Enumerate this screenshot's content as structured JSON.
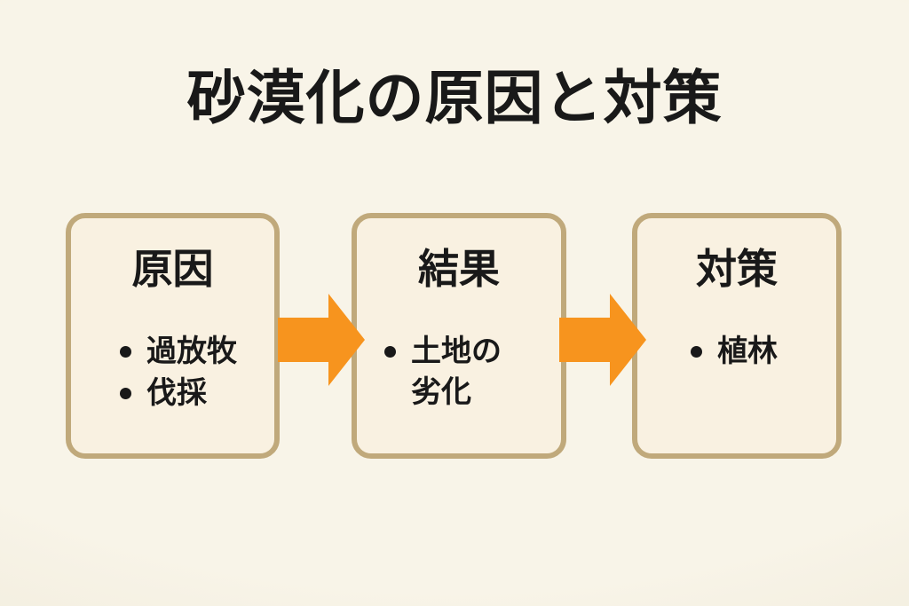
{
  "title": "砂漠化の原因と対策",
  "colors": {
    "background": "#f8f4e8",
    "background_edge": "#ece6d3",
    "box_fill": "#f9f1e1",
    "box_border": "#c0a97b",
    "arrow": "#f7941e",
    "text": "#191919"
  },
  "boxes": [
    {
      "heading": "原因",
      "bullets": [
        "過放牧",
        "伐採"
      ]
    },
    {
      "heading": "結果",
      "bullets": [
        "土地の劣化"
      ]
    },
    {
      "heading": "対策",
      "bullets": [
        "植林"
      ]
    }
  ],
  "arrows": [
    {
      "name": "arrow-cause-to-result"
    },
    {
      "name": "arrow-result-to-countermeasure"
    }
  ]
}
